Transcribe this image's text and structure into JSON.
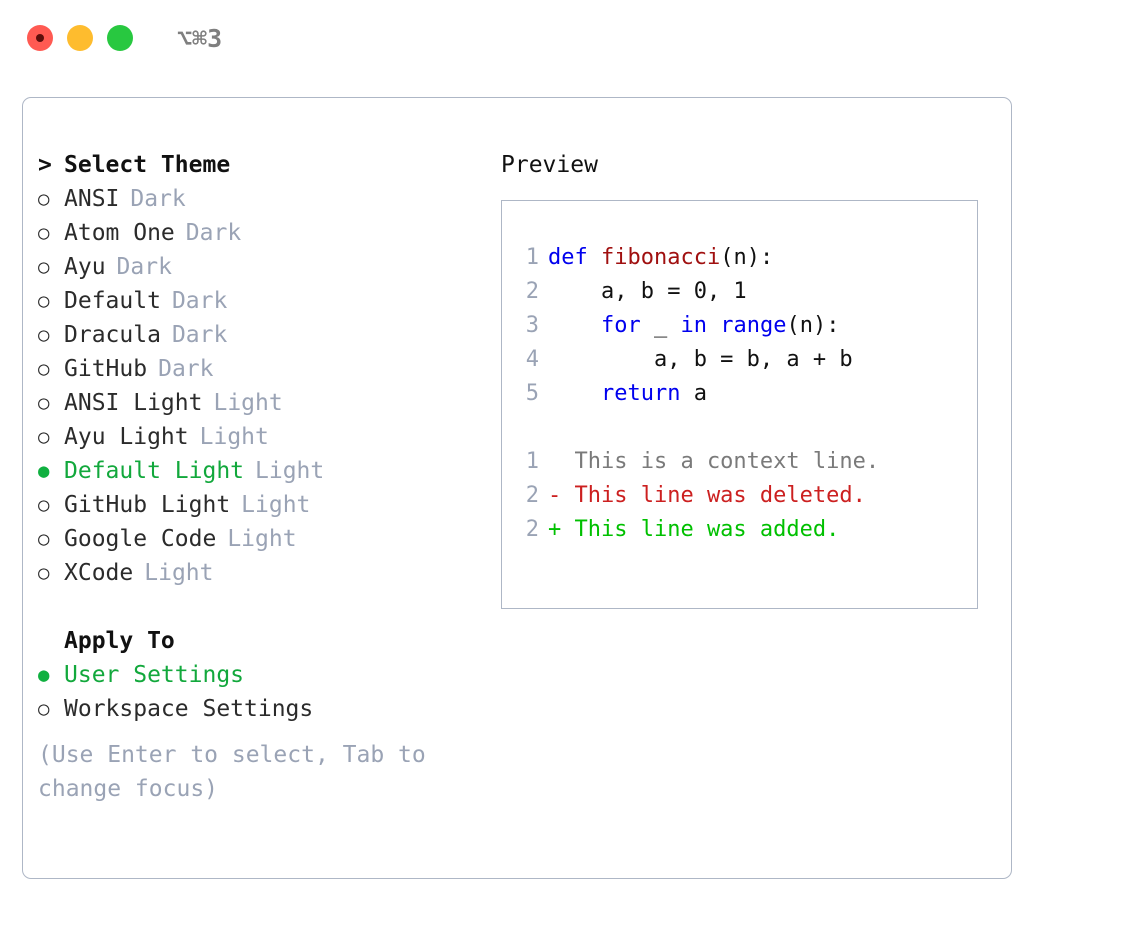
{
  "titlebar": {
    "shortcut": "⌥⌘3",
    "buttons": [
      {
        "name": "close",
        "color": "#ff5a52"
      },
      {
        "name": "minimize",
        "color": "#febc2e"
      },
      {
        "name": "zoom",
        "color": "#28c840"
      }
    ]
  },
  "theme_list": {
    "header_caret": ">",
    "header": "Select Theme",
    "bullet_unselected": "○",
    "bullet_selected": "●",
    "items": [
      {
        "bullet": "○",
        "label": "ANSI",
        "category": "Dark",
        "selected": false
      },
      {
        "bullet": "○",
        "label": "Atom One",
        "category": "Dark",
        "selected": false
      },
      {
        "bullet": "○",
        "label": "Ayu",
        "category": "Dark",
        "selected": false
      },
      {
        "bullet": "○",
        "label": "Default",
        "category": "Dark",
        "selected": false
      },
      {
        "bullet": "○",
        "label": "Dracula",
        "category": "Dark",
        "selected": false
      },
      {
        "bullet": "○",
        "label": "GitHub",
        "category": "Dark",
        "selected": false
      },
      {
        "bullet": "○",
        "label": "ANSI Light",
        "category": "Light",
        "selected": false
      },
      {
        "bullet": "○",
        "label": "Ayu Light",
        "category": "Light",
        "selected": false
      },
      {
        "bullet": "●",
        "label": "Default Light",
        "category": "Light",
        "selected": true
      },
      {
        "bullet": "○",
        "label": "GitHub Light",
        "category": "Light",
        "selected": false
      },
      {
        "bullet": "○",
        "label": "Google Code",
        "category": "Light",
        "selected": false
      },
      {
        "bullet": "○",
        "label": "XCode",
        "category": "Light",
        "selected": false
      }
    ]
  },
  "apply_to": {
    "header": "Apply To",
    "items": [
      {
        "bullet": "●",
        "label": "User Settings",
        "selected": true
      },
      {
        "bullet": "○",
        "label": "Workspace Settings",
        "selected": false
      }
    ]
  },
  "help_text": "(Use Enter to select, Tab to change focus)",
  "preview": {
    "title": "Preview",
    "code_lines": [
      {
        "no": "1",
        "tokens": [
          {
            "t": "def ",
            "c": "kw"
          },
          {
            "t": "fibonacci",
            "c": "fn"
          },
          {
            "t": "(n):",
            "c": "code-text"
          }
        ]
      },
      {
        "no": "2",
        "tokens": [
          {
            "t": "    a, b = 0, 1",
            "c": "code-text"
          }
        ]
      },
      {
        "no": "3",
        "tokens": [
          {
            "t": "    ",
            "c": "code-text"
          },
          {
            "t": "for",
            "c": "kw"
          },
          {
            "t": " _ ",
            "c": "code-text"
          },
          {
            "t": "in",
            "c": "kw"
          },
          {
            "t": " ",
            "c": "code-text"
          },
          {
            "t": "range",
            "c": "kw"
          },
          {
            "t": "(n):",
            "c": "code-text"
          }
        ]
      },
      {
        "no": "4",
        "tokens": [
          {
            "t": "        a, b = b, a + b",
            "c": "code-text"
          }
        ]
      },
      {
        "no": "5",
        "tokens": [
          {
            "t": "    ",
            "c": "code-text"
          },
          {
            "t": "return",
            "c": "kw"
          },
          {
            "t": " a",
            "c": "code-text"
          }
        ]
      }
    ],
    "diff_lines": [
      {
        "no": "1",
        "marker": " ",
        "text": "  This is a context line.",
        "c": "ctx"
      },
      {
        "no": "2",
        "marker": " ",
        "text": "- This line was deleted.",
        "c": "del"
      },
      {
        "no": "2",
        "marker": " ",
        "text": "+ This line was added.",
        "c": "add"
      }
    ]
  },
  "colors": {
    "accent_green": "#12a83c",
    "muted_gray": "#9aa3b5",
    "keyword_blue": "#0000ee",
    "function_red": "#a01010",
    "diff_added": "#00c000",
    "diff_deleted": "#cc2020",
    "border": "#aeb7c6"
  }
}
